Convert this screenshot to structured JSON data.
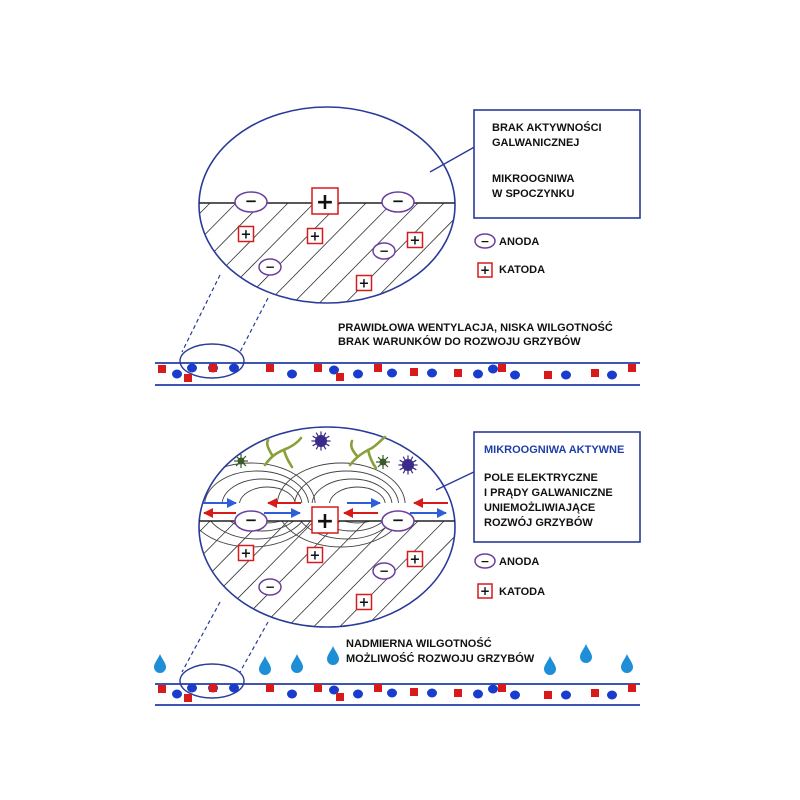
{
  "colors": {
    "outline_blue": "#2a3a9a",
    "line_blue": "#1f3fa6",
    "cathode_red": "#d81a1a",
    "anode_blue": "#1a3ccc",
    "anode_ellipse": "#6a3fa0",
    "arrow_red": "#d81a1a",
    "arrow_blue": "#2f5fd8",
    "drop_blue": "#1e8fd6",
    "hypha_green": "#8aa03a",
    "spore_purple": "#3a2a8a",
    "mite_green": "#3a5a2a"
  },
  "symbols": {
    "anode": "−",
    "cathode": "+"
  },
  "top": {
    "box": {
      "line1": "BRAK AKTYWNOŚCI",
      "line2": "GALWANICZNEJ",
      "line3": "MIKROOGNIWA",
      "line4": "W SPOCZYNKU"
    },
    "legend": {
      "anode": "ANODA",
      "cathode": "KATODA"
    },
    "caption": {
      "line1": "PRAWIDŁOWA WENTYLACJA, NISKA WILGOTNOŚĆ",
      "line2": "BRAK WARUNKÓW DO ROZWOJU GRZYBÓW"
    }
  },
  "bottom": {
    "box": {
      "title": "MIKROOGNIWA AKTYWNE",
      "line1": "POLE ELEKTRYCZNE",
      "line2": "I PRĄDY GALWANICZNE",
      "line3": "UNIEMOŻLIWIAJĄCE",
      "line4": "ROZWÓJ GRZYBÓW"
    },
    "legend": {
      "anode": "ANODA",
      "cathode": "KATODA"
    },
    "caption": {
      "line1": "NADMIERNA WILGOTNOŚĆ",
      "line2": "MOŻLIWOŚĆ ROZWOJU GRZYBÓW"
    }
  }
}
